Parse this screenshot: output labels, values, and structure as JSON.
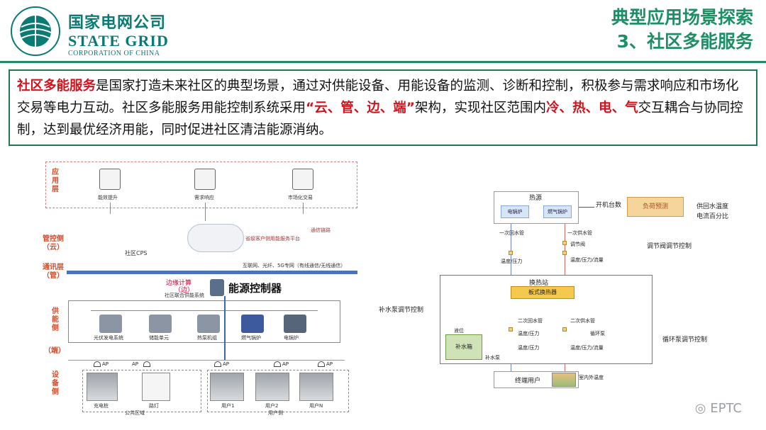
{
  "brand": {
    "name_cn": "国家电网公司",
    "name_en": "STATE GRID",
    "name_sub": "CORPORATION OF CHINA",
    "seal_text": "国家电网公司 STATE GRID CORPORATION OF CHINA"
  },
  "title": {
    "line1": "典型应用场景探索",
    "line2": "3、社区多能服务"
  },
  "description": {
    "p1_hl": "社区多能服务",
    "p1": "是国家打造未来社区的典型场景，通过对供能设备、用能设备的监测、诊断和控制，积极参与需求响应和市场化交易等电力互动。社区多能服务用能控制系统采用",
    "q_open": "“",
    "yun": "云",
    "sep1": "、",
    "guan": "管",
    "sep2": "、",
    "bian": "边",
    "sep3": "、",
    "duan": "端",
    "q_close": "”",
    "p2": "架构，实现社区范围内",
    "leng": "冷",
    "sep4": "、",
    "re": "热",
    "sep5": "、",
    "dian": "电",
    "sep6": "、",
    "qi": "气",
    "p3": "交互耦合与协同控制，达到最优经济用能，同时促进社区清洁能源消纳。"
  },
  "left_diagram": {
    "layers": {
      "app": "应用层",
      "mgmt_a": "管控侧",
      "mgmt_b": "（云）",
      "comm_a": "通讯层",
      "comm_b": "（管）",
      "supply_a": "供能侧",
      "supply_b": "（端）",
      "device": "设备侧"
    },
    "apps": [
      "能效提升",
      "需求响应",
      "市场化交易"
    ],
    "cps": "社区CPS",
    "platform": "省级客户侧用能服务平台",
    "comm_link": "通信链路",
    "network": "互联网、光纤、5G专网（有线通信/无线通信）",
    "edge_a": "边缘计算",
    "edge_b": "（边）",
    "joint_system": "社区联合供能系统",
    "controller": "能源控制器",
    "supply_devices": [
      "光伏发电系统",
      "储能单元",
      "热泵机组",
      "燃气锅炉",
      "电锅炉"
    ],
    "ap": "AP",
    "device_labels": [
      "充电桩",
      "路灯",
      "用户1",
      "用户2",
      "用户N"
    ],
    "public_area": "公共区域",
    "user_side": "用户侧"
  },
  "right_diagram": {
    "heat_source": "热源",
    "electric_boiler": "电锅炉",
    "gas_boiler": "燃气锅炉",
    "unit_count": "开机台数",
    "load_forecast": "负荷预测",
    "supply_return_temp": "供回水温度",
    "current_split": "电流百分比",
    "primary_return": "一次回水管",
    "primary_supply": "一次供水管",
    "control_valve": "调节阀",
    "temp_pressure": "温度/压力",
    "temp_pressure_flow": "温度/压力/流量",
    "valve_control": "调节阀调节控制",
    "station": "换热站",
    "plate_hx": "板式换热器",
    "makeup_control": "补水泵调节控制",
    "level": "液位",
    "makeup_tank": "补水箱",
    "makeup_pump": "补水泵",
    "secondary_return": "二次回水管",
    "secondary_supply": "二次供水管",
    "circ_pump": "循环泵",
    "circ_control": "循环泵调节控制",
    "end_user": "终端用户",
    "indoor_temp": "室内外温度"
  },
  "watermark": "EPTC"
}
